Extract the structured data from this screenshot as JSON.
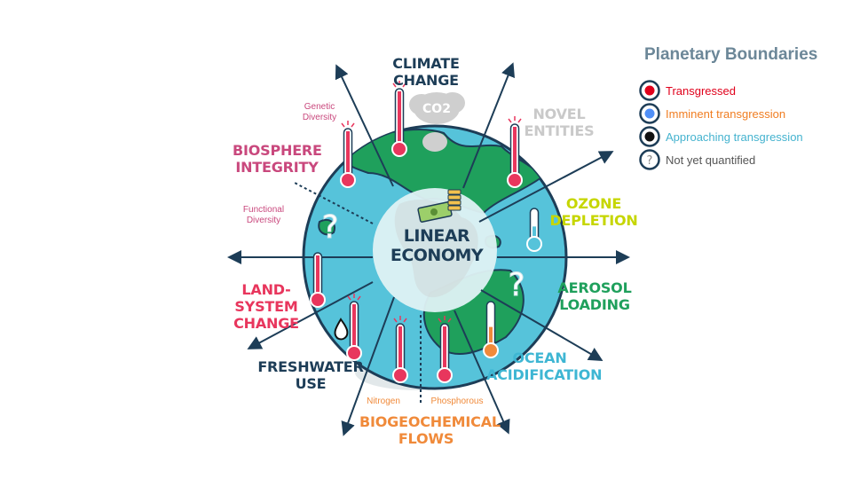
{
  "center_label": "LINEAR\nECONOMY",
  "co2_label": "CO2",
  "categories": [
    {
      "id": "climate",
      "label": "CLIMATE\nCHANGE",
      "color": "#1d3d57"
    },
    {
      "id": "novel",
      "label": "NOVEL\nENTITIES",
      "color": "#c9c9c9"
    },
    {
      "id": "ozone",
      "label": "OZONE\nDEPLETION",
      "color": "#c6d600"
    },
    {
      "id": "aerosol",
      "label": "AEROSOL\nLOADING",
      "color": "#1fa05c"
    },
    {
      "id": "ocean",
      "label": "OCEAN\nACIDIFICATION",
      "color": "#3eb6d3"
    },
    {
      "id": "biogeo",
      "label": "BIOGEOCHEMICAL\nFLOWS",
      "color": "#f08a3a"
    },
    {
      "id": "freshwater",
      "label": "FRESHWATER\nUSE",
      "color": "#1d3d57"
    },
    {
      "id": "landsystem",
      "label": "LAND-SYSTEM\nCHANGE",
      "color": "#e8365d"
    },
    {
      "id": "biosphere",
      "label": "BIOSPHERE\nINTEGRITY",
      "color": "#c9487d"
    }
  ],
  "sublabels": {
    "genetic": "Genetic\nDiversity",
    "functional": "Functional\nDiversity",
    "nitrogen": "Nitrogen",
    "phosphorous": "Phosphorous"
  },
  "legend": {
    "title": "Planetary Boundaries",
    "items": [
      {
        "label": "Transgressed",
        "color": "#e0001b",
        "dot": "#e0001b"
      },
      {
        "label": "Imminent transgression",
        "color": "#f07d21",
        "dot": "#4f8ff7"
      },
      {
        "label": "Approaching transgression",
        "color": "#45b3cf",
        "dot": "#111111"
      },
      {
        "label": "Not yet quantified",
        "color": "#555555",
        "dot": "?"
      }
    ]
  },
  "colors": {
    "ocean": "#56c3da",
    "land": "#1fa05c",
    "outline": "#1d3d57",
    "center": "#dff2f4",
    "thermo_red": "#e8365d",
    "thermo_orange": "#f08a3a",
    "thermo_blue": "#56c3da"
  }
}
